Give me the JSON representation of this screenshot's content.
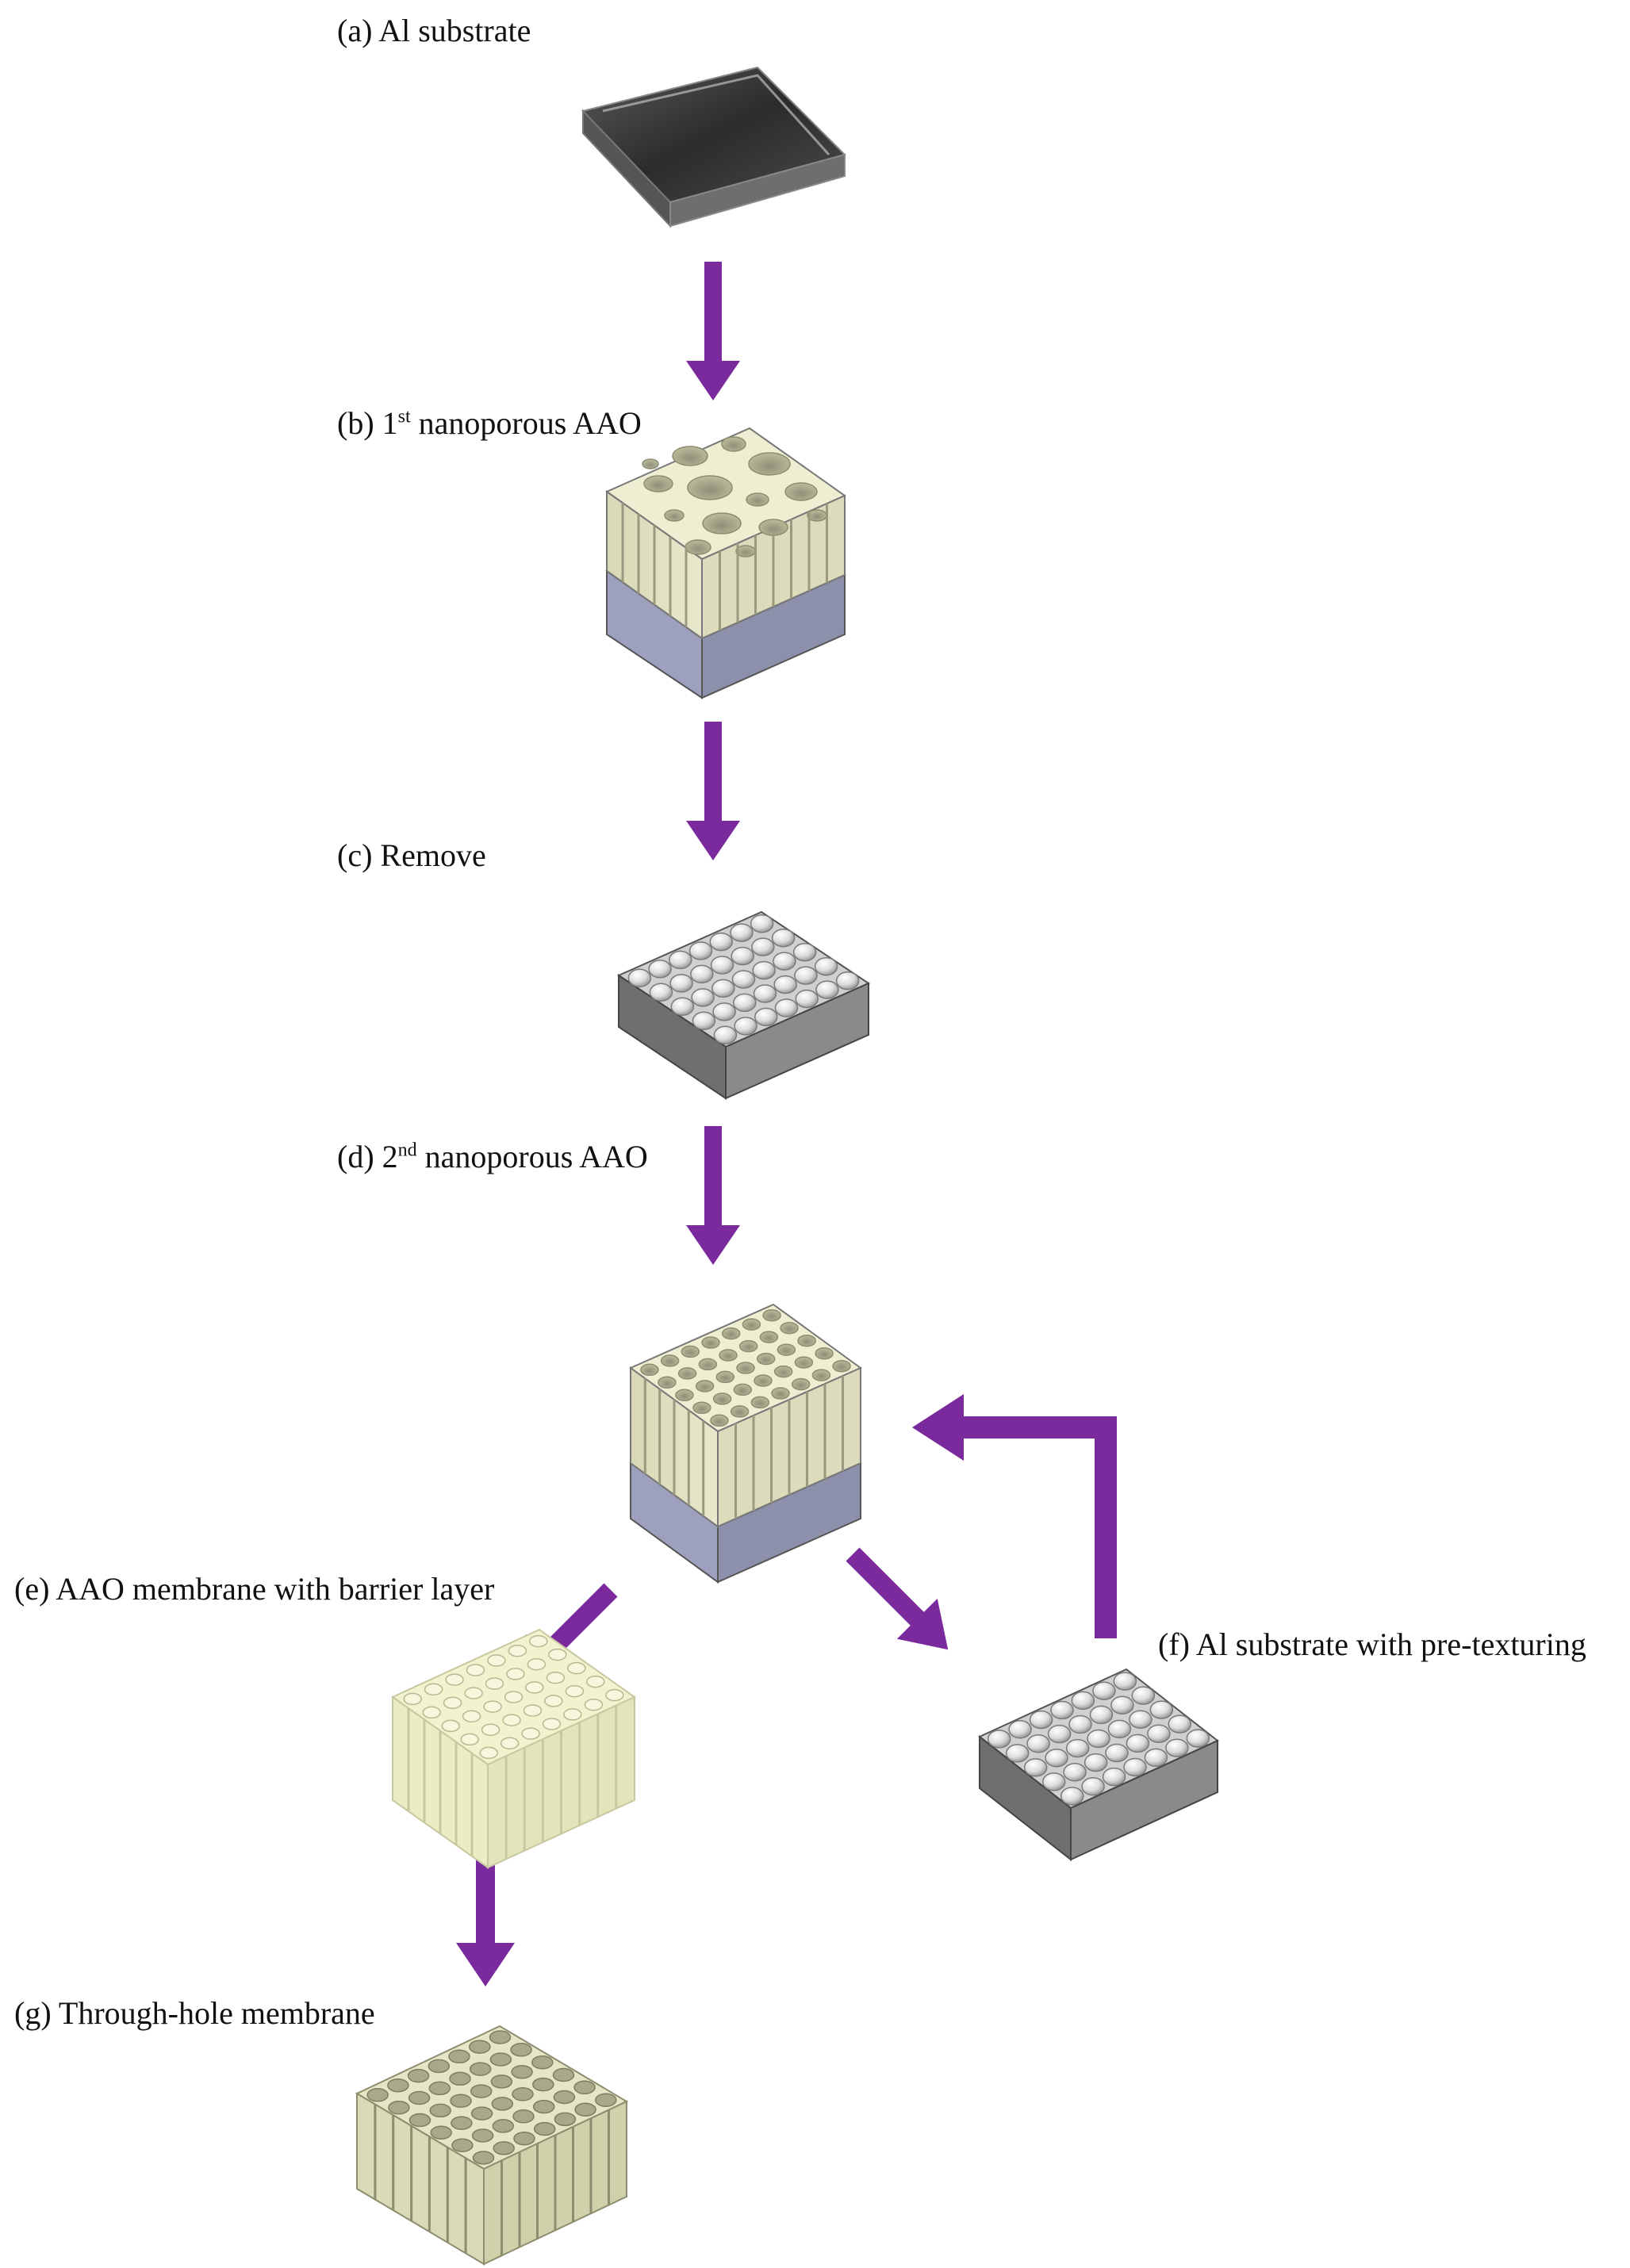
{
  "steps": {
    "a": {
      "label": "(a) Al substrate"
    },
    "b": {
      "prefix": "(b) 1",
      "sup": "st",
      "suffix": " nanoporous AAO"
    },
    "c": {
      "label": "(c) Remove"
    },
    "d": {
      "prefix": "(d) 2",
      "sup": "nd",
      "suffix": " nanoporous AAO"
    },
    "e": {
      "label": "(e) AAO membrane with barrier layer"
    },
    "f": {
      "label": "(f) Al substrate with pre-texturing"
    },
    "g": {
      "label": "(g) Through-hole membrane"
    }
  },
  "colors": {
    "arrow": "#7b2a9e",
    "alumina_top": "#eeeed2",
    "alumina_side": "#d6d6b2",
    "aluminum_side": "#8d90aa",
    "textured_al": "#8a8a8a",
    "substrate_dark": "#3b3b3b"
  }
}
